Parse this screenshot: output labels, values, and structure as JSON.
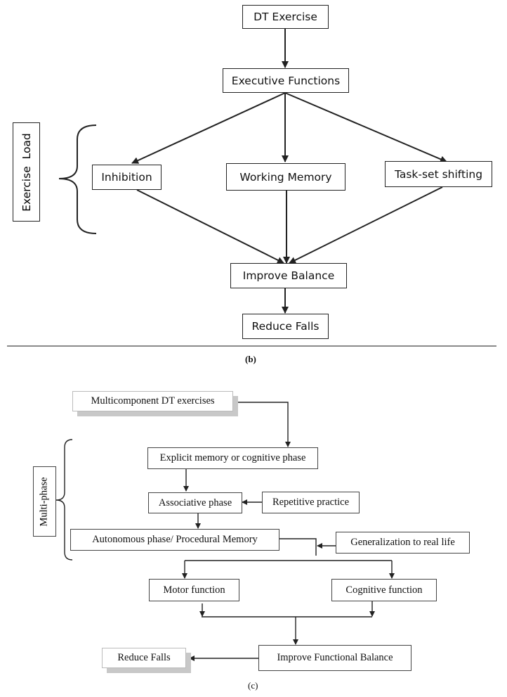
{
  "panel_b": {
    "nodes": {
      "dt_exercise": "DT Exercise",
      "executive_functions": "Executive Functions",
      "inhibition": "Inhibition",
      "working_memory": "Working Memory",
      "task_set_shifting": "Task-set shifting",
      "improve_balance": "Improve Balance",
      "reduce_falls": "Reduce Falls"
    },
    "side_label": "Exercise  Load",
    "caption": "(b)"
  },
  "panel_c": {
    "nodes": {
      "multicomponent": "Multicomponent DT exercises",
      "explicit_memory": "Explicit memory or cognitive phase",
      "associative": "Associative phase",
      "repetitive": "Repetitive practice",
      "autonomous": "Autonomous phase/ Procedural Memory",
      "generalization": "Generalization to real life",
      "motor": "Motor function",
      "cognitive": "Cognitive function",
      "improve_functional": "Improve Functional Balance",
      "reduce_falls": "Reduce Falls"
    },
    "side_label": "Multi-phase",
    "caption": "(c)"
  }
}
